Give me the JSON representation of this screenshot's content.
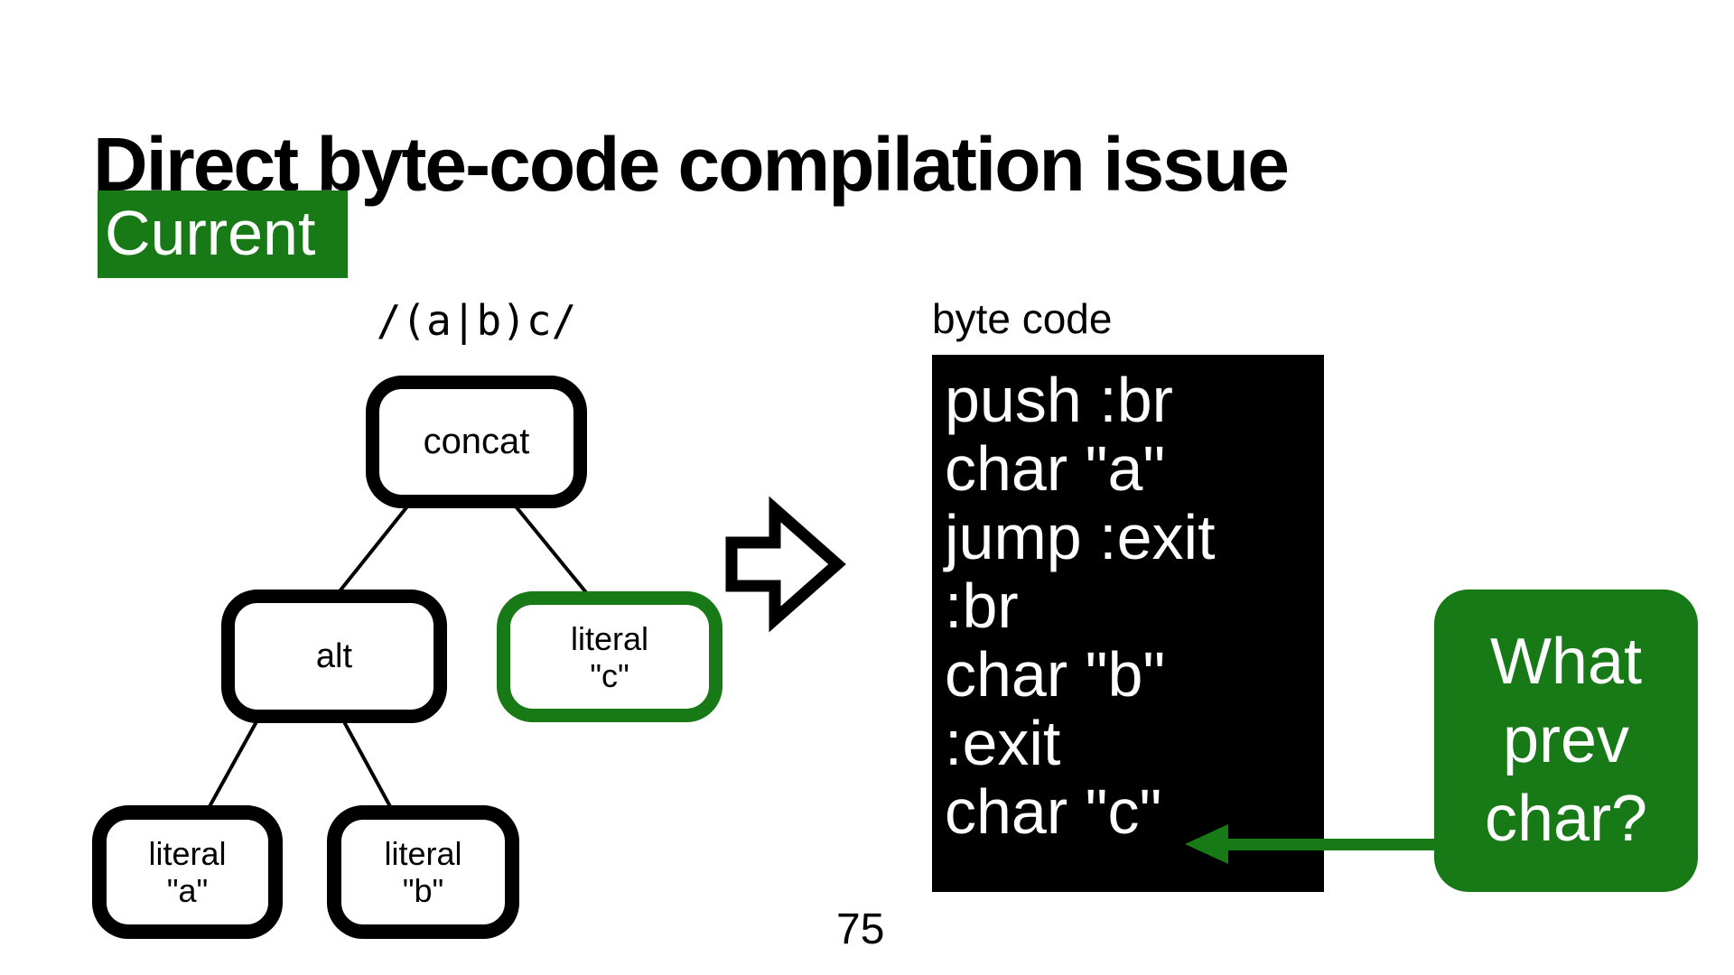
{
  "slide": {
    "title": "Direct byte-code compilation issue",
    "tag": "Current",
    "page_number": "75",
    "background": "#FFFFFF"
  },
  "colors": {
    "accent_green": "#177A17",
    "node_border_black": "#000000",
    "bytecode_background": "#000000",
    "text_white": "#FFFFFF",
    "text_black": "#000000"
  },
  "tree": {
    "regex": "/(a|b)c/",
    "nodes": {
      "concat": {
        "label": "concat"
      },
      "alt": {
        "label": "alt"
      },
      "literal_c": {
        "line1": "literal",
        "line2": "\"c\""
      },
      "literal_a": {
        "line1": "literal",
        "line2": "\"a\""
      },
      "literal_b": {
        "line1": "literal",
        "line2": "\"b\""
      }
    }
  },
  "bytecode": {
    "label": "byte code",
    "lines": [
      "push :br",
      "char \"a\"",
      "jump :exit",
      ":br",
      "char \"b\"",
      ":exit",
      "char \"c\""
    ]
  },
  "callout": {
    "lines": [
      "What",
      "prev",
      "char?"
    ]
  },
  "icons": {
    "transform_arrow": "hollow-right-block-arrow",
    "pointer_arrow": "green-left-arrow"
  }
}
